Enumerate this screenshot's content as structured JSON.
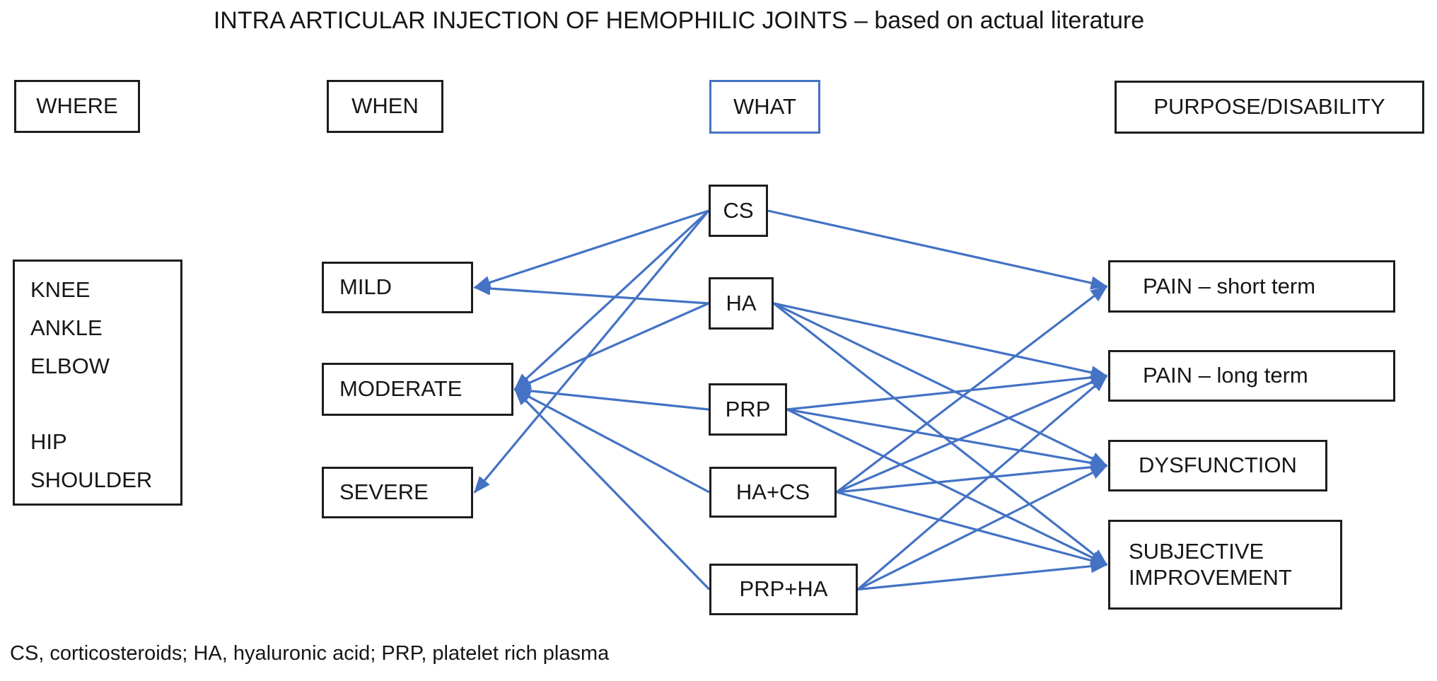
{
  "title": "INTRA ARTICULAR INJECTION OF HEMOPHILIC JOINTS – based on actual literature",
  "columns": {
    "where": {
      "header": "WHERE",
      "joints": [
        "KNEE",
        "ANKLE",
        "ELBOW",
        "HIP",
        "SHOULDER"
      ]
    },
    "when": {
      "header": "WHEN",
      "levels": {
        "mild": "MILD",
        "moderate": "MODERATE",
        "severe": "SEVERE"
      }
    },
    "what": {
      "header": "WHAT",
      "treatments": {
        "cs": "CS",
        "ha": "HA",
        "prp": "PRP",
        "hacs": "HA+CS",
        "prpha": "PRP+HA"
      }
    },
    "purpose": {
      "header": "PURPOSE/DISABILITY",
      "outcomes": {
        "pain_short": "PAIN – short term",
        "pain_long": "PAIN – long term",
        "dysfunction": "DYSFUNCTION",
        "subjective": "SUBJECTIVE IMPROVEMENT"
      }
    }
  },
  "footnote": "CS, corticosteroids; HA, hyaluronic acid; PRP, platelet rich plasma",
  "colors": {
    "arrow": "#4472C4",
    "what_header_border": "#4472C4",
    "box_border": "#1d1d1d",
    "text": "#161616"
  },
  "connections": [
    {
      "from": "cs",
      "to": "mild"
    },
    {
      "from": "cs",
      "to": "moderate"
    },
    {
      "from": "cs",
      "to": "severe"
    },
    {
      "from": "ha",
      "to": "mild"
    },
    {
      "from": "ha",
      "to": "moderate"
    },
    {
      "from": "prp",
      "to": "moderate"
    },
    {
      "from": "hacs",
      "to": "moderate"
    },
    {
      "from": "prpha",
      "to": "moderate"
    },
    {
      "from": "cs",
      "to": "pain_short"
    },
    {
      "from": "hacs",
      "to": "pain_short"
    },
    {
      "from": "ha",
      "to": "pain_long"
    },
    {
      "from": "prp",
      "to": "pain_long"
    },
    {
      "from": "hacs",
      "to": "pain_long"
    },
    {
      "from": "prpha",
      "to": "pain_long"
    },
    {
      "from": "ha",
      "to": "dysfunction"
    },
    {
      "from": "prp",
      "to": "dysfunction"
    },
    {
      "from": "hacs",
      "to": "dysfunction"
    },
    {
      "from": "prpha",
      "to": "dysfunction"
    },
    {
      "from": "ha",
      "to": "subjective"
    },
    {
      "from": "prp",
      "to": "subjective"
    },
    {
      "from": "hacs",
      "to": "subjective"
    },
    {
      "from": "prpha",
      "to": "subjective"
    }
  ]
}
